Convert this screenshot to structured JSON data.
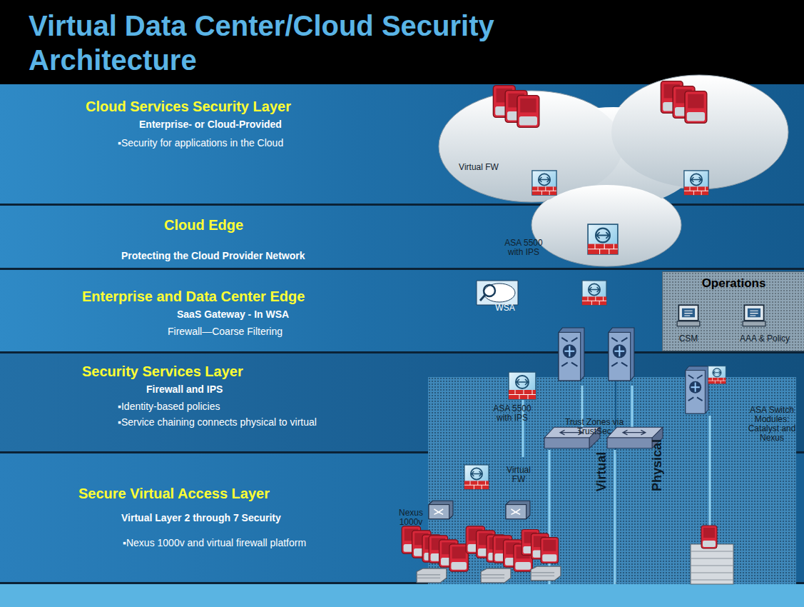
{
  "diagram": {
    "title": "Virtual Data Center/Cloud Security Architecture",
    "nodes": [
      {
        "text": [
          "Cloud Services Security Layer",
          "Enterprise- or Cloud-Provided",
          "▪Security for applications in the Cloud"
        ]
      },
      {
        "text": [
          "Cloud Edge",
          "Protecting the Cloud Provider Network"
        ]
      },
      {
        "text": [
          "Enterprise and Data Center Edge",
          "SaaS Gateway - In WSA",
          "Firewall—Coarse Filtering"
        ]
      },
      {
        "text": [
          "Security Services Layer",
          "Firewall and IPS",
          "▪Identity-based policies",
          "▪Service chaining connects physical to virtual"
        ]
      },
      {
        "text": [
          "Secure Virtual Access Layer",
          "Virtual Layer 2 through 7 Security",
          "▪Nexus 1000v and  virtual firewall platform"
        ]
      },
      {
        "text": [
          "Operations"
        ]
      },
      {
        "text": [
          "Virtual"
        ]
      },
      {
        "text": [
          "Physical"
        ]
      }
    ],
    "labels": [
      "Virtual FW",
      "ASA 5500 with IPS",
      "WSA",
      "CSM",
      "AAA & Policy",
      "ASA 5500 with IPS",
      "Trust Zones via TrustSec",
      "ASA Switch Modules: Catalyst and Nexus",
      "Virtual FW",
      "Nexus 1000v"
    ]
  }
}
